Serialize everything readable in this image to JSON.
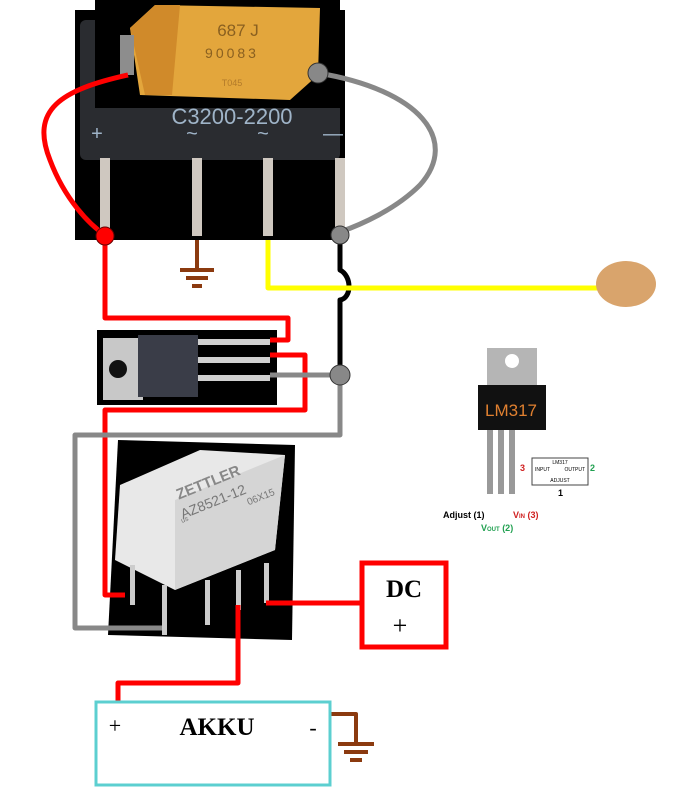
{
  "capacitor": {
    "line1": "687 J",
    "line2": "90083",
    "line3": "T045"
  },
  "bridge_rectifier": {
    "label": "C3200-2200",
    "pin_plus": "+",
    "pin_ac1": "~",
    "pin_ac2": "~",
    "pin_minus": "—"
  },
  "relay": {
    "brand": "ZETTLER",
    "model": "AZ8521-12",
    "code": "06X15",
    "mark": "us"
  },
  "lm317": {
    "chip_label": "LM317",
    "box_title": "LM317",
    "input": "INPUT",
    "output": "OUTPUT",
    "adjust": "ADJUST",
    "num_input": "3",
    "num_output": "2",
    "num_adjust": "1",
    "pin_adjust": "Adjust (1)",
    "pin_vout_main": "V",
    "pin_vout_sub": "OUT",
    "pin_vout_num": " (2)",
    "pin_vin_main": "V",
    "pin_vin_sub": "IN",
    "pin_vin_num": " (3)"
  },
  "dc_box": {
    "line1": "DC",
    "line2": "+"
  },
  "akku_box": {
    "plus": "+",
    "label": "AKKU",
    "minus": "-"
  },
  "colors": {
    "positive_wire": "#ff0000",
    "ground_wire": "#808080",
    "signal_wire": "#ffff00",
    "earth": "#8b3a0f",
    "akku_border": "#5ccfd0"
  }
}
